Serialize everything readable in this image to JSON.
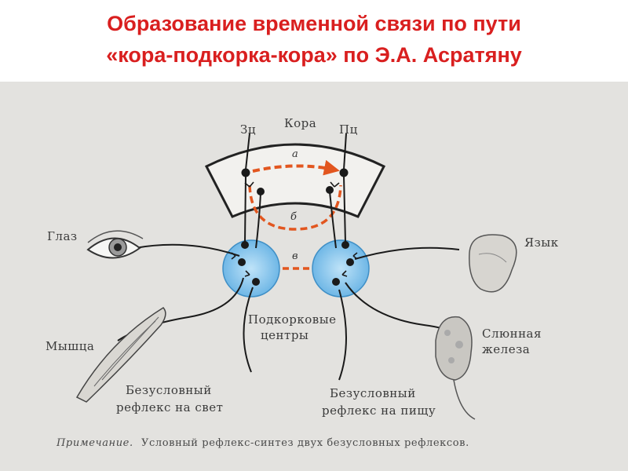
{
  "title": {
    "line1": "Образование временной связи по пути",
    "line2": "«кора-подкорка-кора» по Э.А. Асратяну"
  },
  "diagram": {
    "cortex_label": "Кора",
    "zc_label": "Зц",
    "pc_label": "Пц",
    "path_a": "а",
    "path_b": "б",
    "path_v": "в",
    "eye_label": "Глаз",
    "tongue_label": "Язык",
    "muscle_label": "Мышца",
    "gland_label_1": "Слюнная",
    "gland_label_2": "железа",
    "subcortex_label_1": "Подкорковые",
    "subcortex_label_2": "центры",
    "reflex_light_1": "Безусловный",
    "reflex_light_2": "рефлекс на свет",
    "reflex_food_1": "Безусловный",
    "reflex_food_2": "рефлекс на пищу",
    "note_prefix": "Примечание.",
    "note_text": "Условный рефлекс-синтез двух безусловных рефлексов."
  },
  "colors": {
    "title": "#d91f1f",
    "dashed_path": "#e2561f",
    "subcortex_fill": "#7cc0ec",
    "background": "#e3e2df"
  }
}
